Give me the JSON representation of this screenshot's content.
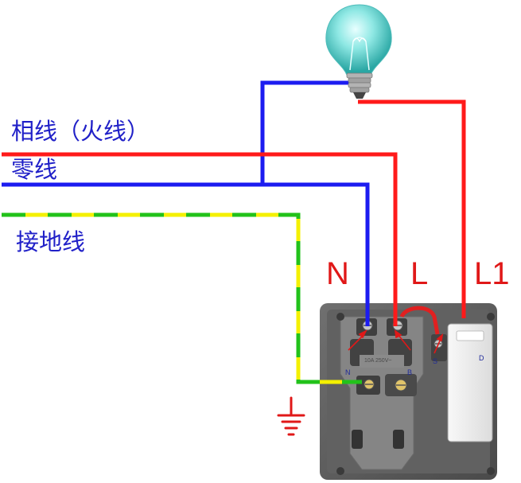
{
  "labels": {
    "phase_wire": "相线（火线）",
    "neutral_wire": "零线",
    "ground_wire": "接地线"
  },
  "terminals": {
    "neutral": "N",
    "live": "L",
    "switched_live": "L1"
  },
  "socket_marks": {
    "left": "N",
    "right": "B",
    "switch_terminal": "S",
    "switch_mark": "D",
    "rating": "10A 250V~"
  },
  "colors": {
    "phase": "#ff1a1a",
    "neutral": "#1c1cf0",
    "ground_yellow": "#f4f000",
    "ground_green": "#22c21a",
    "label_blue": "#2020c8",
    "terminal_red": "#e01818",
    "panel": "#5a5a5a"
  },
  "icons": [
    "light-bulb-icon",
    "ground-symbol-icon"
  ]
}
